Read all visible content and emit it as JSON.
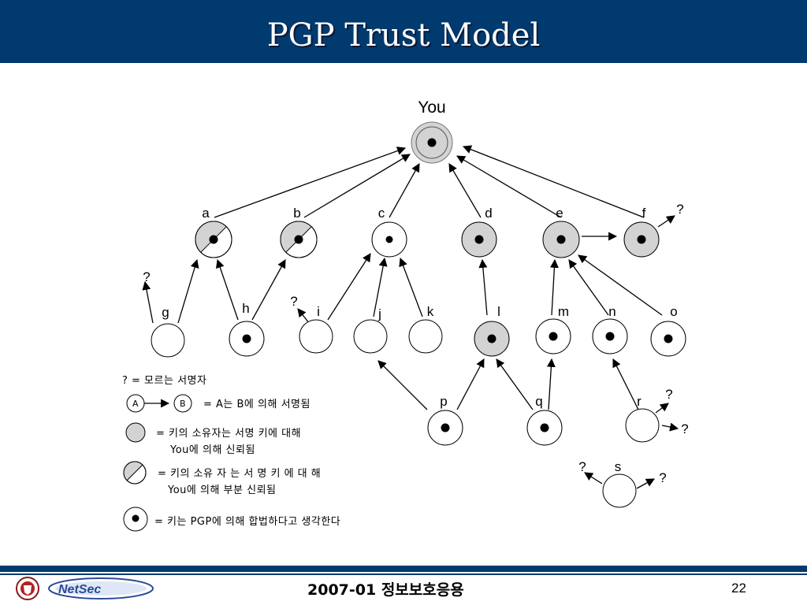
{
  "header": {
    "title": "PGP Trust Model"
  },
  "diagram": {
    "root_label": "You",
    "nodes": {
      "a": "a",
      "b": "b",
      "c": "c",
      "d": "d",
      "e": "e",
      "f": "f",
      "g": "g",
      "h": "h",
      "i": "i",
      "j": "j",
      "k": "k",
      "l": "l",
      "m": "m",
      "n": "n",
      "o": "o",
      "p": "p",
      "q": "q",
      "r": "r",
      "s": "s"
    },
    "unknown_mark": "?"
  },
  "legend": {
    "unknown": "? =  모르는 서명자",
    "node_a": "A",
    "node_b": "B",
    "signed": "=  A는 B에 의해 서명됨",
    "trusted_line1": "=  키의 소유자는 서명 키에 대해",
    "trusted_line2": "You에 의해 신뢰됨",
    "partial_line1": "=  키의  소유 자 는  서 명 키 에  대 해",
    "partial_line2": "You에 의해 부분 신뢰됨",
    "legit": "=  키는 PGP에 의해 합법하다고 생각한다"
  },
  "footer": {
    "course": "2007-01 정보보호응용",
    "page": "22",
    "logo_text": "NetSec"
  },
  "colors": {
    "title_bar": "#003a6e",
    "trusted_fill": "#d3d3d3",
    "text": "#000000"
  }
}
